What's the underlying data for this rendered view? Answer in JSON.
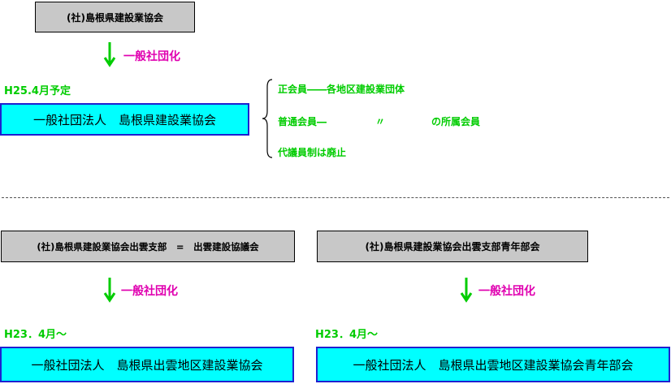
{
  "top": {
    "assoc_box": "(社)島根県建設業協会",
    "change_label": "一般社団化",
    "date_label": "H25.4月予定",
    "new_box": "一般社団法人　島根県建設業協会",
    "notes": {
      "line1": "正会員――各地区建設業団体",
      "line2_left": "普通会員―",
      "line2_mid": "〃",
      "line2_right": "の所属会員",
      "line3": "代議員制は廃止"
    }
  },
  "bottom_left": {
    "assoc_box": "(社)島根県建設業協会出雲支部　=　出雲建設協議会",
    "change_label": "一般社団化",
    "date_label": "H23．4月～",
    "new_box": "一般社団法人　島根県出雲地区建設業協会"
  },
  "bottom_right": {
    "assoc_box": "(社)島根県建設業協会出雲支部青年部会",
    "change_label": "一般社団化",
    "date_label": "H23．4月～",
    "new_box": "一般社団法人　島根県出雲地区建設業協会青年部会"
  },
  "colors": {
    "arrow": "#00cc00",
    "label": "#e000b0",
    "box_fill": "#00ffff",
    "box_border": "#1f1fd0",
    "gray_fill": "#c8c8c8"
  }
}
